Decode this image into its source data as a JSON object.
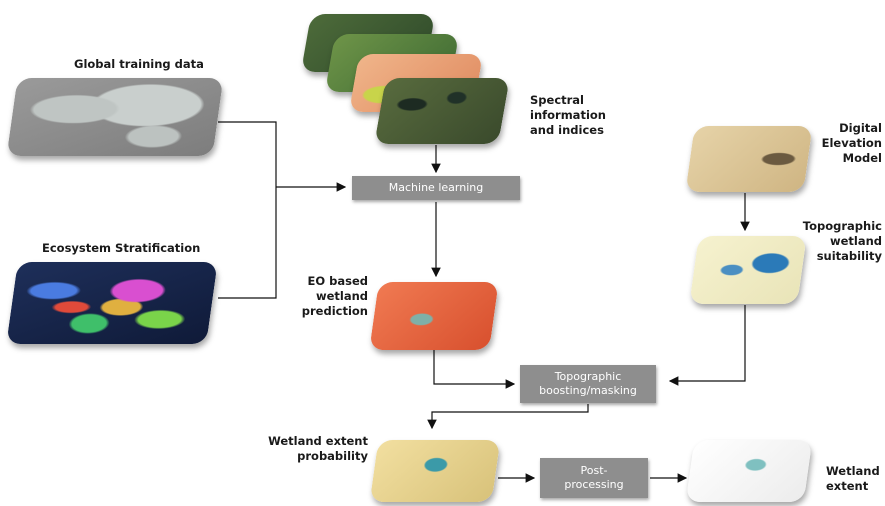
{
  "labels": {
    "global_training": "Global training data",
    "ecosystem": "Ecosystem Stratification",
    "spectral": [
      "Spectral",
      "information",
      "and indices"
    ],
    "dem": [
      "Digital",
      "Elevation",
      "Model"
    ],
    "topo_suit": [
      "Topographic",
      "wetland",
      "suitability"
    ],
    "eo_pred": [
      "EO based",
      "wetland",
      "prediction"
    ],
    "wet_prob": [
      "Wetland extent",
      "probability"
    ],
    "wet_extent": [
      "Wetland",
      "extent"
    ]
  },
  "boxes": {
    "ml": "Machine learning",
    "topo_boost": [
      "Topographic",
      "boosting/masking"
    ],
    "post": [
      "Post-",
      "processing"
    ]
  }
}
